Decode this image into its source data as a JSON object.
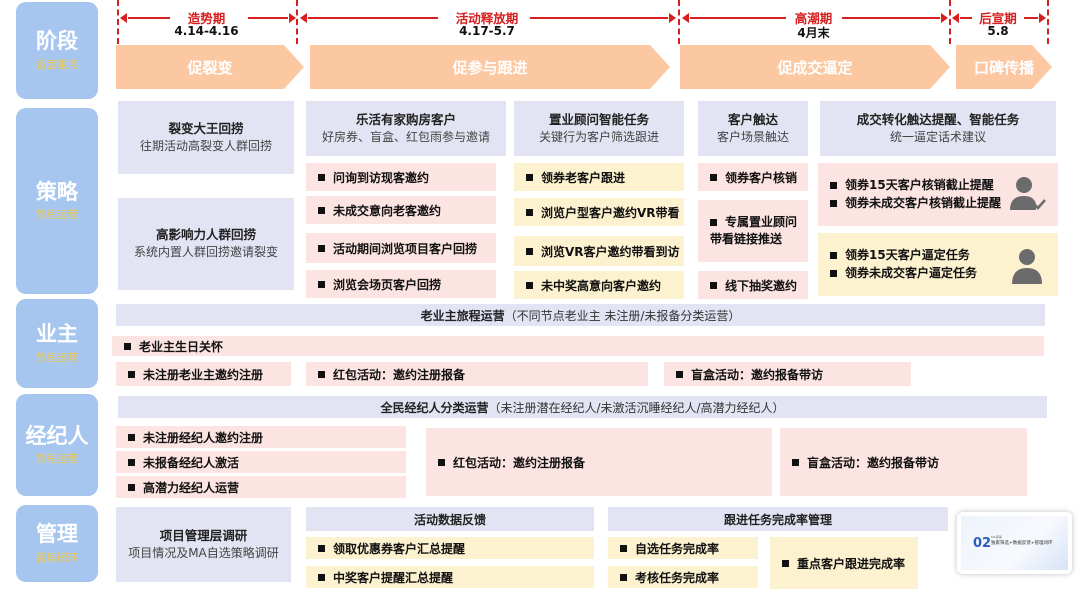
{
  "sections": {
    "stage": {
      "title": "阶段",
      "sub": "运营重点"
    },
    "strategy": {
      "title": "策略",
      "sub": "旅程运营"
    },
    "owner": {
      "title": "业主",
      "sub": "旅程运营"
    },
    "agent": {
      "title": "经纪人",
      "sub": "旅程运营"
    },
    "management": {
      "title": "管理",
      "sub": "管理闭环"
    }
  },
  "timeline": [
    {
      "name": "造势期",
      "date": "4.14-4.16"
    },
    {
      "name": "活动释放期",
      "date": "4.17-5.7"
    },
    {
      "name": "高潮期",
      "date": "4月末"
    },
    {
      "name": "后宣期",
      "date": "5.8"
    }
  ],
  "phases": [
    "促裂变",
    "促参与跟进",
    "促成交逼定",
    "口碑传播"
  ],
  "strategy": {
    "col1": {
      "box1": {
        "title": "裂变大王回捞",
        "sub": "往期活动高裂变人群回捞"
      },
      "box2": {
        "title": "高影响力人群回捞",
        "sub": "系统内置人群回捞邀请裂变"
      }
    },
    "col2": {
      "header": {
        "title": "乐活有家购房客户",
        "sub": "好房券、盲盒、红包雨参与邀请"
      },
      "items": [
        "问询到访现客邀约",
        "未成交意向老客邀约",
        "活动期间浏览项目客户回捞",
        "浏览会场页客户回捞"
      ]
    },
    "col3": {
      "header": {
        "title": "置业顾问智能任务",
        "sub": "关键行为客户筛选跟进"
      },
      "items": [
        "领券老客户跟进",
        "浏览户型客户邀约VR带看",
        "浏览VR客户邀约带看到访",
        "未中奖高意向客户邀约"
      ]
    },
    "col4": {
      "header": {
        "title": "客户触达",
        "sub": "客户场景触达"
      },
      "items": [
        "领券客户核销",
        "专属置业顾问",
        "带看链接推送",
        "线下抽奖邀约"
      ]
    },
    "col5": {
      "header": {
        "title": "成交转化触达提醒、智能任务",
        "sub": "统一逼定话术建议"
      },
      "group1": [
        "领券15天客户核销截止提醒",
        "领券未成交客户核销截止提醒"
      ],
      "group2": [
        "领券15天客户逼定任务",
        "领券未成交客户逼定任务"
      ],
      "icon1": "user-check-icon",
      "icon2": "user-icon"
    }
  },
  "owner": {
    "bar_title": "老业主旅程运营",
    "bar_paren": "（不同节点老业主 未注册/未报备分类运营）",
    "birthday": "老业主生日关怀",
    "unregistered": "未注册老业主邀约注册",
    "redpacket": "红包活动：邀约注册报备",
    "blindbox": "盲盒活动：邀约报备带访"
  },
  "agent": {
    "bar_title": "全民经纪人分类运营",
    "bar_paren": "（未注册潜在经纪人/未激活沉睡经纪人/高潜力经纪人）",
    "items": [
      "未注册经纪人邀约注册",
      "未报备经纪人激活",
      "高潜力经纪人运营"
    ],
    "redpacket": "红包活动：邀约注册报备",
    "blindbox": "盲盒活动：邀约报备带访"
  },
  "management": {
    "box": {
      "title": "项目管理层调研",
      "sub": "项目情况及MA自选策略调研"
    },
    "feedback": {
      "title": "活动数据反馈",
      "items": [
        "领取优惠券客户汇总提醒",
        "中奖客户提醒汇总提醒"
      ]
    },
    "tracking": {
      "title": "跟进任务完成率管理",
      "items": [
        "自选任务完成率",
        "考核任务完成率"
      ],
      "key": "重点客户跟进完成率"
    }
  },
  "thumbnail": {
    "num": "02",
    "text": "独家筛选+数据反馈+管理闭环",
    "tiny": "MA营销"
  },
  "colors": {
    "label_bg": "#a6c6ef",
    "label_sub": "#f3c94a",
    "accent_red": "#d61f1f",
    "phase": "#fbc8a2",
    "lavender": "#e3e4f3",
    "pink": "#fbe4e2",
    "yellow": "#fdf2cf"
  }
}
